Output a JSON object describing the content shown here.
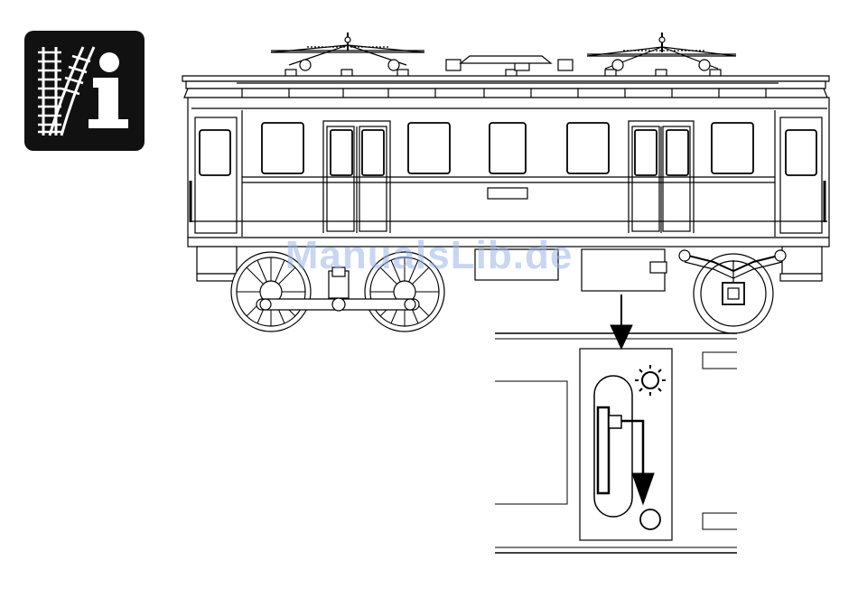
{
  "info_badge": {
    "icon": "track-info-icon",
    "letter": "i",
    "bg_color": "#111111",
    "fg_color": "#ffffff"
  },
  "watermark": {
    "text": "ManualsLib.de",
    "color": "#9bb4e6"
  },
  "illustration": {
    "subject": "electric-locomotive-side-view",
    "light_switch": {
      "sun_icon": "light-on-icon",
      "off_icon": "light-off-icon"
    }
  }
}
